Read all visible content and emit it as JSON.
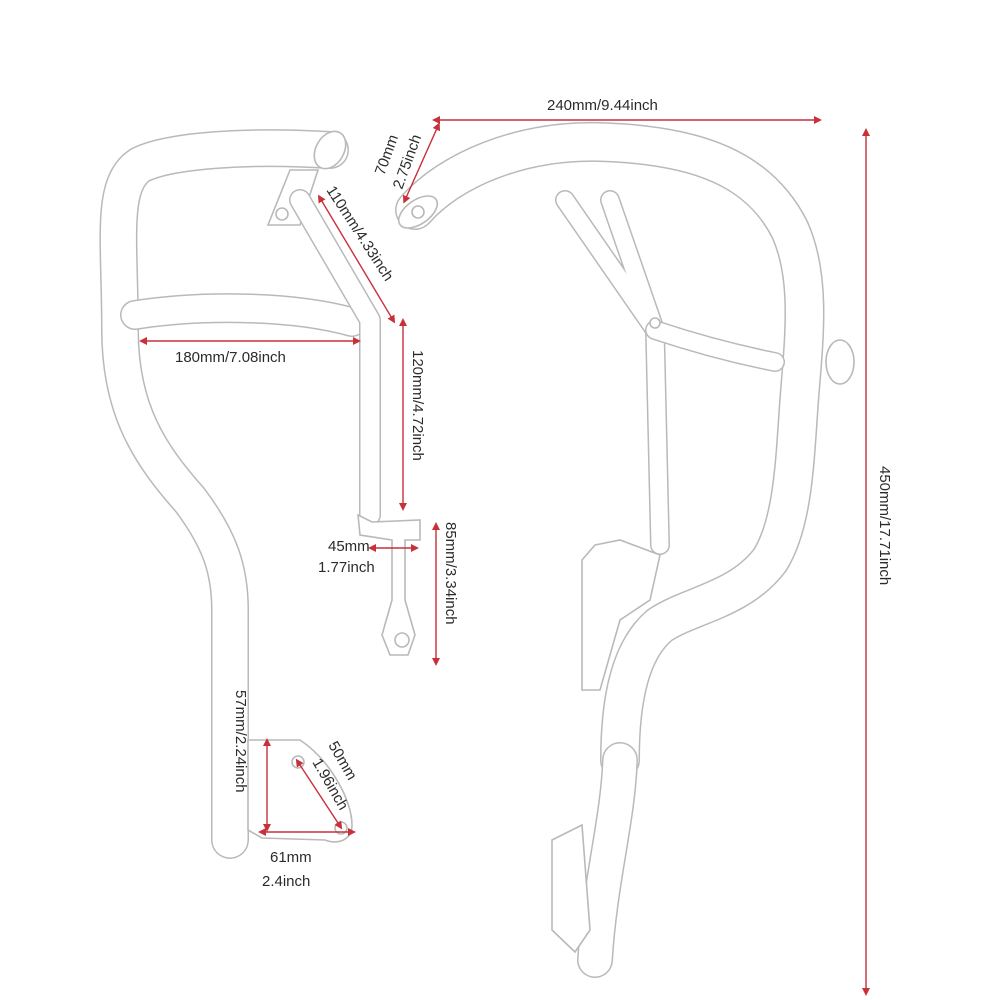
{
  "colors": {
    "frame_outline": "#b9b9b9",
    "dimension_line": "#c8303a",
    "label_text": "#2b2b2b",
    "background": "#ffffff"
  },
  "dimensions": {
    "width_top": "240mm/9.44inch",
    "height_total": "450mm/17.71inch",
    "inner_width": "180mm/7.08inch",
    "top_tube_height_mm": "70mm",
    "top_tube_height_in": "2.75inch",
    "diagonal_strut": "110mm/4.33inch",
    "vertical_strut": "120mm/4.72inch",
    "bracket_offset_mm": "45mm",
    "bracket_offset_in": "1.77inch",
    "bracket_height": "85mm/3.34inch",
    "plate_height": "57mm/2.24inch",
    "plate_diagonal_mm": "50mm",
    "plate_diagonal_in": "1.96inch",
    "plate_width_mm": "61mm",
    "plate_width_in": "2.4inch"
  }
}
